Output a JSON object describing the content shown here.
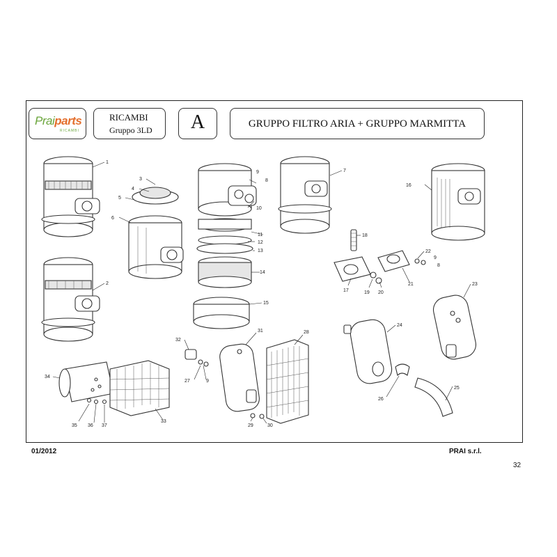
{
  "header": {
    "logo": {
      "primary": "Prai",
      "secondary": "parts",
      "tagline": "RICAMBI"
    },
    "ricambi_title": "RICAMBI",
    "group": "Gruppo 3LD",
    "section_letter": "A",
    "title": "GRUPPO FILTRO ARIA + GRUPPO MARMITTA"
  },
  "diagram": {
    "callouts": [
      "1",
      "2",
      "3",
      "4",
      "5",
      "6",
      "7",
      "8",
      "9",
      "10",
      "11",
      "12",
      "13",
      "14",
      "15",
      "16",
      "17",
      "18",
      "19",
      "20",
      "21",
      "22",
      "23",
      "24",
      "25",
      "26",
      "27",
      "28",
      "29",
      "30",
      "31",
      "32",
      "33",
      "34",
      "35",
      "36",
      "37"
    ]
  },
  "footer": {
    "date": "01/2012",
    "company": "PRAI s.r.l.",
    "page": "32"
  },
  "colors": {
    "logo_green": "#6aa53b",
    "logo_orange": "#e46f2d",
    "line": "#222222"
  }
}
